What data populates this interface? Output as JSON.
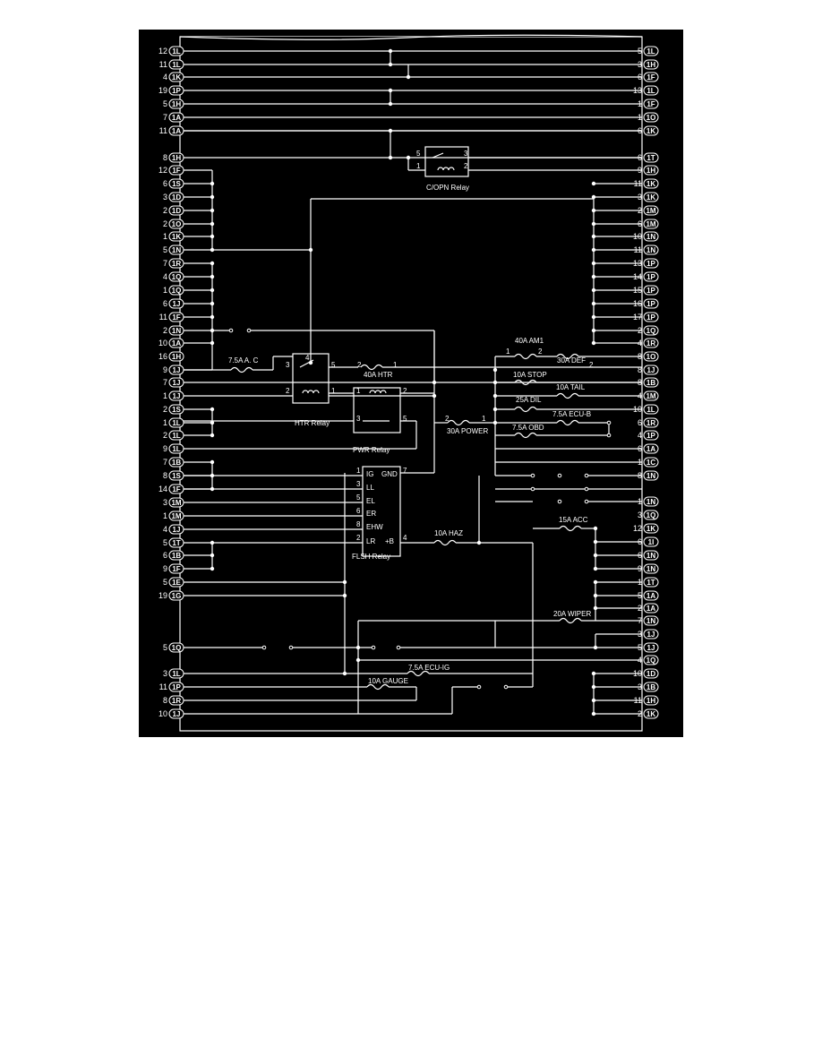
{
  "colors": {
    "background": "#000000",
    "line": "#ffffff"
  },
  "left_pins": [
    {
      "num": "12",
      "conn": "1L"
    },
    {
      "num": "11",
      "conn": "1L"
    },
    {
      "num": "4",
      "conn": "1K"
    },
    {
      "num": "19",
      "conn": "1P"
    },
    {
      "num": "5",
      "conn": "1H"
    },
    {
      "num": "7",
      "conn": "1A"
    },
    {
      "num": "11",
      "conn": "1A"
    },
    {
      "num": "8",
      "conn": "1H"
    },
    {
      "num": "12",
      "conn": "1F"
    },
    {
      "num": "6",
      "conn": "1S"
    },
    {
      "num": "3",
      "conn": "1D"
    },
    {
      "num": "2",
      "conn": "1D"
    },
    {
      "num": "2",
      "conn": "1O"
    },
    {
      "num": "1",
      "conn": "1K"
    },
    {
      "num": "5",
      "conn": "1N"
    },
    {
      "num": "7",
      "conn": "1R"
    },
    {
      "num": "4",
      "conn": "1Q"
    },
    {
      "num": "1",
      "conn": "1Q"
    },
    {
      "num": "6",
      "conn": "1J"
    },
    {
      "num": "11",
      "conn": "1F"
    },
    {
      "num": "2",
      "conn": "1N"
    },
    {
      "num": "10",
      "conn": "1A"
    },
    {
      "num": "16",
      "conn": "1H"
    },
    {
      "num": "9",
      "conn": "1J"
    },
    {
      "num": "7",
      "conn": "1J"
    },
    {
      "num": "1",
      "conn": "1J"
    },
    {
      "num": "2",
      "conn": "1S"
    },
    {
      "num": "1",
      "conn": "1L"
    },
    {
      "num": "2",
      "conn": "1L"
    },
    {
      "num": "9",
      "conn": "1L"
    },
    {
      "num": "7",
      "conn": "1B"
    },
    {
      "num": "8",
      "conn": "1S"
    },
    {
      "num": "14",
      "conn": "1F"
    },
    {
      "num": "3",
      "conn": "1M"
    },
    {
      "num": "1",
      "conn": "1M"
    },
    {
      "num": "4",
      "conn": "1J"
    },
    {
      "num": "5",
      "conn": "1T"
    },
    {
      "num": "6",
      "conn": "1B"
    },
    {
      "num": "9",
      "conn": "1F"
    },
    {
      "num": "5",
      "conn": "1E"
    },
    {
      "num": "19",
      "conn": "1G"
    },
    {
      "num": "5",
      "conn": "1Q"
    },
    {
      "num": "3",
      "conn": "1L"
    },
    {
      "num": "11",
      "conn": "1P"
    },
    {
      "num": "8",
      "conn": "1R"
    },
    {
      "num": "10",
      "conn": "1J"
    }
  ],
  "right_pins": [
    {
      "num": "5",
      "conn": "1L"
    },
    {
      "num": "3",
      "conn": "1H"
    },
    {
      "num": "6",
      "conn": "1F"
    },
    {
      "num": "13",
      "conn": "1L"
    },
    {
      "num": "1",
      "conn": "1F"
    },
    {
      "num": "1",
      "conn": "1O"
    },
    {
      "num": "6",
      "conn": "1K"
    },
    {
      "num": "6",
      "conn": "1T"
    },
    {
      "num": "9",
      "conn": "1H"
    },
    {
      "num": "11",
      "conn": "1K"
    },
    {
      "num": "3",
      "conn": "1K"
    },
    {
      "num": "2",
      "conn": "1M"
    },
    {
      "num": "6",
      "conn": "1M"
    },
    {
      "num": "10",
      "conn": "1N"
    },
    {
      "num": "11",
      "conn": "1N"
    },
    {
      "num": "13",
      "conn": "1P"
    },
    {
      "num": "14",
      "conn": "1P"
    },
    {
      "num": "15",
      "conn": "1P"
    },
    {
      "num": "16",
      "conn": "1P"
    },
    {
      "num": "17",
      "conn": "1P"
    },
    {
      "num": "2",
      "conn": "1Q"
    },
    {
      "num": "4",
      "conn": "1R"
    },
    {
      "num": "8",
      "conn": "1O"
    },
    {
      "num": "8",
      "conn": "1J"
    },
    {
      "num": "8",
      "conn": "1B"
    },
    {
      "num": "4",
      "conn": "1M"
    },
    {
      "num": "10",
      "conn": "1L"
    },
    {
      "num": "6",
      "conn": "1R"
    },
    {
      "num": "4",
      "conn": "1P"
    },
    {
      "num": "6",
      "conn": "1A"
    },
    {
      "num": "1",
      "conn": "1C"
    },
    {
      "num": "8",
      "conn": "1N"
    },
    {
      "num": "1",
      "conn": "1N"
    },
    {
      "num": "3",
      "conn": "1Q"
    },
    {
      "num": "12",
      "conn": "1K"
    },
    {
      "num": "6",
      "conn": "1I"
    },
    {
      "num": "6",
      "conn": "1N"
    },
    {
      "num": "9",
      "conn": "1N"
    },
    {
      "num": "1",
      "conn": "1T"
    },
    {
      "num": "5",
      "conn": "1A"
    },
    {
      "num": "2",
      "conn": "1A"
    },
    {
      "num": "7",
      "conn": "1N"
    },
    {
      "num": "3",
      "conn": "1J"
    },
    {
      "num": "5",
      "conn": "1J"
    },
    {
      "num": "4",
      "conn": "1Q"
    },
    {
      "num": "10",
      "conn": "1D"
    },
    {
      "num": "3",
      "conn": "1B"
    },
    {
      "num": "11",
      "conn": "1H"
    },
    {
      "num": "2",
      "conn": "1K"
    }
  ],
  "relays": {
    "copn": "C/OPN Relay",
    "htr": "HTR Relay",
    "pwr": "PWR Relay",
    "flsh": "FLSH Relay"
  },
  "flsh_pins": [
    "IG",
    "GND",
    "LL",
    "EL",
    "ER",
    "EHW",
    "LR",
    "+B"
  ],
  "fuses": {
    "ac": "7.5A A. C",
    "htr": "40A HTR",
    "am1": "40A AM1",
    "def": "30A DEF",
    "stop": "10A STOP",
    "tail": "10A TAIL",
    "dil": "25A DIL",
    "ecub": "7.5A ECU-B",
    "obd": "7.5A OBD",
    "power": "30A POWER",
    "haz": "10A HAZ",
    "acc": "15A ACC",
    "wiper": "20A WIPER",
    "ecuig": "7.5A ECU-IG",
    "gauge": "10A GAUGE"
  },
  "pin_numbers": {
    "copn": [
      "5",
      "3",
      "1",
      "2"
    ],
    "htr": [
      "4",
      "3",
      "5",
      "2",
      "1"
    ],
    "fuse_htr": [
      "2",
      "1"
    ],
    "pwr": [
      "1",
      "2",
      "3",
      "5"
    ],
    "power": [
      "2",
      "1"
    ],
    "am1": [
      "1",
      "2"
    ],
    "def": [
      "2"
    ],
    "flsh": [
      "1",
      "7",
      "3",
      "5",
      "6",
      "8",
      "2",
      "4"
    ]
  }
}
